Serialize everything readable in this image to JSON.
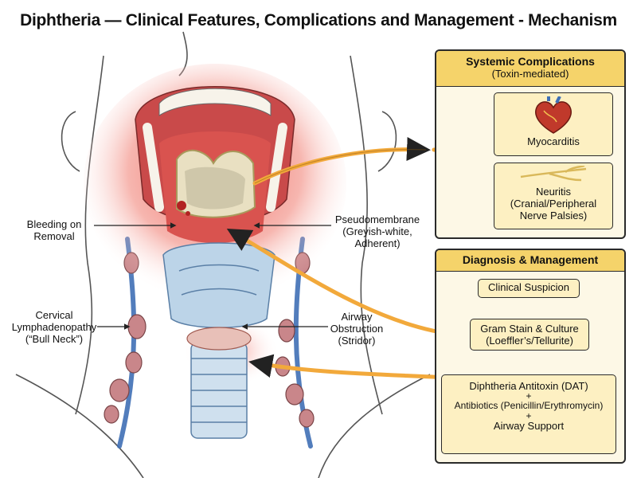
{
  "title": "Diphtheria — Clinical Features, Complications and Management - Mechanism",
  "labels": {
    "bleeding": [
      "Bleeding on",
      "Removal"
    ],
    "pseudomembrane": [
      "Pseudomembrane",
      "(Greyish-white,",
      "Adherent)"
    ],
    "lymph": [
      "Cervical",
      "Lymphadenopathy",
      "(“Bull Neck”)"
    ],
    "airway": [
      "Airway",
      "Obstruction",
      "(Stridor)"
    ]
  },
  "systemic": {
    "title": "Systemic Complications",
    "subtitle": "(Toxin-mediated)",
    "myocarditis": "Myocarditis",
    "neuritis": [
      "Neuritis",
      "(Cranial/Peripheral",
      "Nerve Palsies)"
    ]
  },
  "management": {
    "title": "Diagnosis & Management",
    "step1": "Clinical Suspicion",
    "step2": [
      "Gram Stain & Culture",
      "(Loeffler’s/Tellurite)"
    ],
    "step3": {
      "line1": "Diphtheria Antitoxin (DAT)",
      "plus": "+",
      "line2": "Antibiotics (Penicillin/Erythromycin)",
      "line3": "Airway Support"
    }
  },
  "colors": {
    "accent": "#f5d36a",
    "panel_bg": "#fdf8e6",
    "box_bg": "#fdf0c2",
    "arrow": "#f2a93b",
    "inflammation": "#e8453c",
    "membrane": "#e9e0c2",
    "vessel": "#3f6fb5"
  }
}
